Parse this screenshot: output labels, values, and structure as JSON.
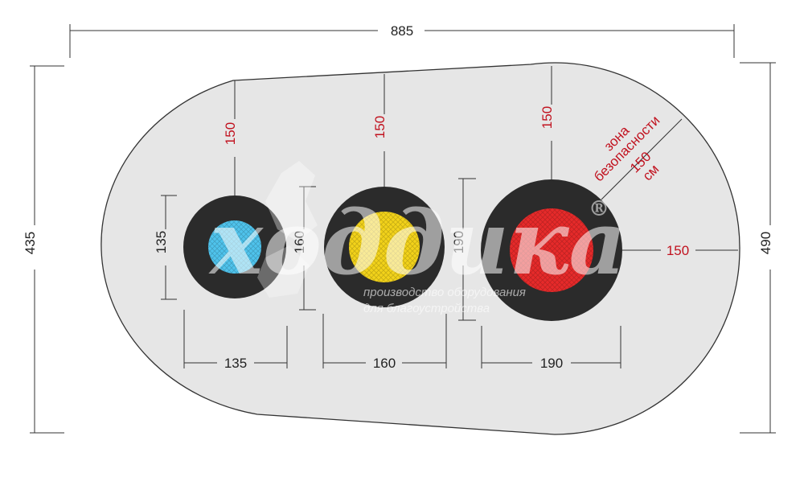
{
  "dimensions": {
    "overall_width": "885",
    "left_height": "435",
    "right_height": "490"
  },
  "circles": [
    {
      "diameter_h": "135",
      "diameter_v": "135",
      "top_clearance": "150",
      "color": "#4fc3ec"
    },
    {
      "diameter_h": "160",
      "diameter_v": "160",
      "top_clearance": "150",
      "color": "#f2d21a"
    },
    {
      "diameter_h": "190",
      "diameter_v": "190",
      "top_clearance": "150",
      "color": "#e62a2a"
    }
  ],
  "right_clearance": "150",
  "safety_zone": {
    "line1": "зона",
    "line2": "безопасности",
    "line3": "150",
    "line4": "см"
  },
  "watermark": {
    "brand": "ходдика",
    "registered": "®",
    "tagline1": "производство оборудования",
    "tagline2": "для благоустройства"
  },
  "colors": {
    "zone_fill": "#e6e6e6",
    "ring": "#333333",
    "accent_red": "#c1121f"
  }
}
